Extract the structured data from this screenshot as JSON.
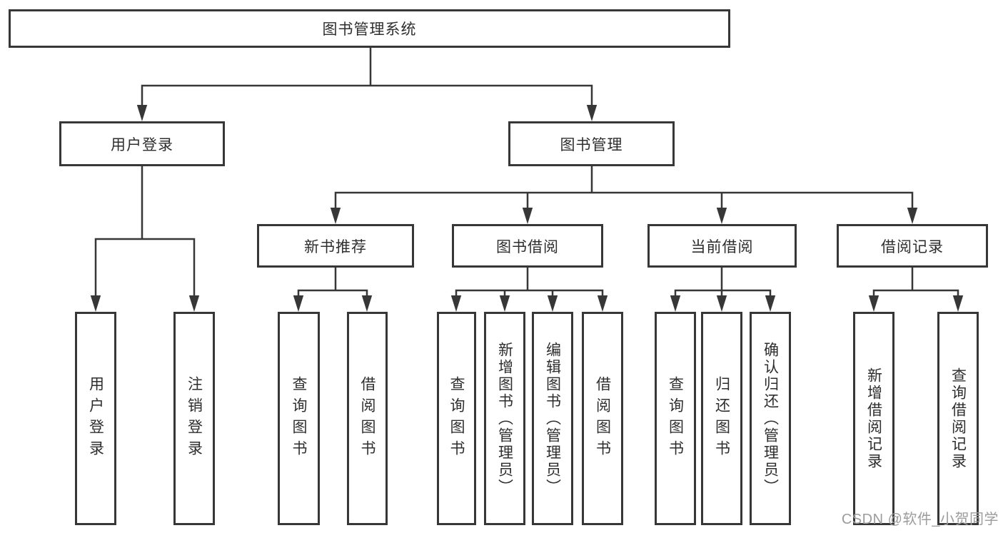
{
  "diagram": {
    "root": {
      "label": "图书管理系统"
    },
    "user_login": {
      "label": "用户登录",
      "children": [
        {
          "label": "用户登录"
        },
        {
          "label": "注销登录"
        }
      ]
    },
    "book_mgmt": {
      "label": "图书管理"
    },
    "sections": [
      {
        "label": "新书推荐",
        "children": [
          {
            "label": "查询图书"
          },
          {
            "label": "借阅图书"
          }
        ]
      },
      {
        "label": "图书借阅",
        "children": [
          {
            "label": "查询图书"
          },
          {
            "label": "新增图书（管理员）"
          },
          {
            "label": "编辑图书（管理员）"
          },
          {
            "label": "借阅图书"
          }
        ]
      },
      {
        "label": "当前借阅",
        "children": [
          {
            "label": "查询图书"
          },
          {
            "label": "归还图书"
          },
          {
            "label": "确认归还（管理员）"
          }
        ]
      },
      {
        "label": "借阅记录",
        "children": [
          {
            "label": "新增借阅记录"
          },
          {
            "label": "查询借阅记录"
          }
        ]
      }
    ]
  },
  "watermark": {
    "text": "CSDN @软件_小贺同学",
    "color": "#9c9c9c"
  },
  "style": {
    "line_color": "#373737",
    "box_background": "#ffffff",
    "text_color": "#2e2e2e"
  }
}
